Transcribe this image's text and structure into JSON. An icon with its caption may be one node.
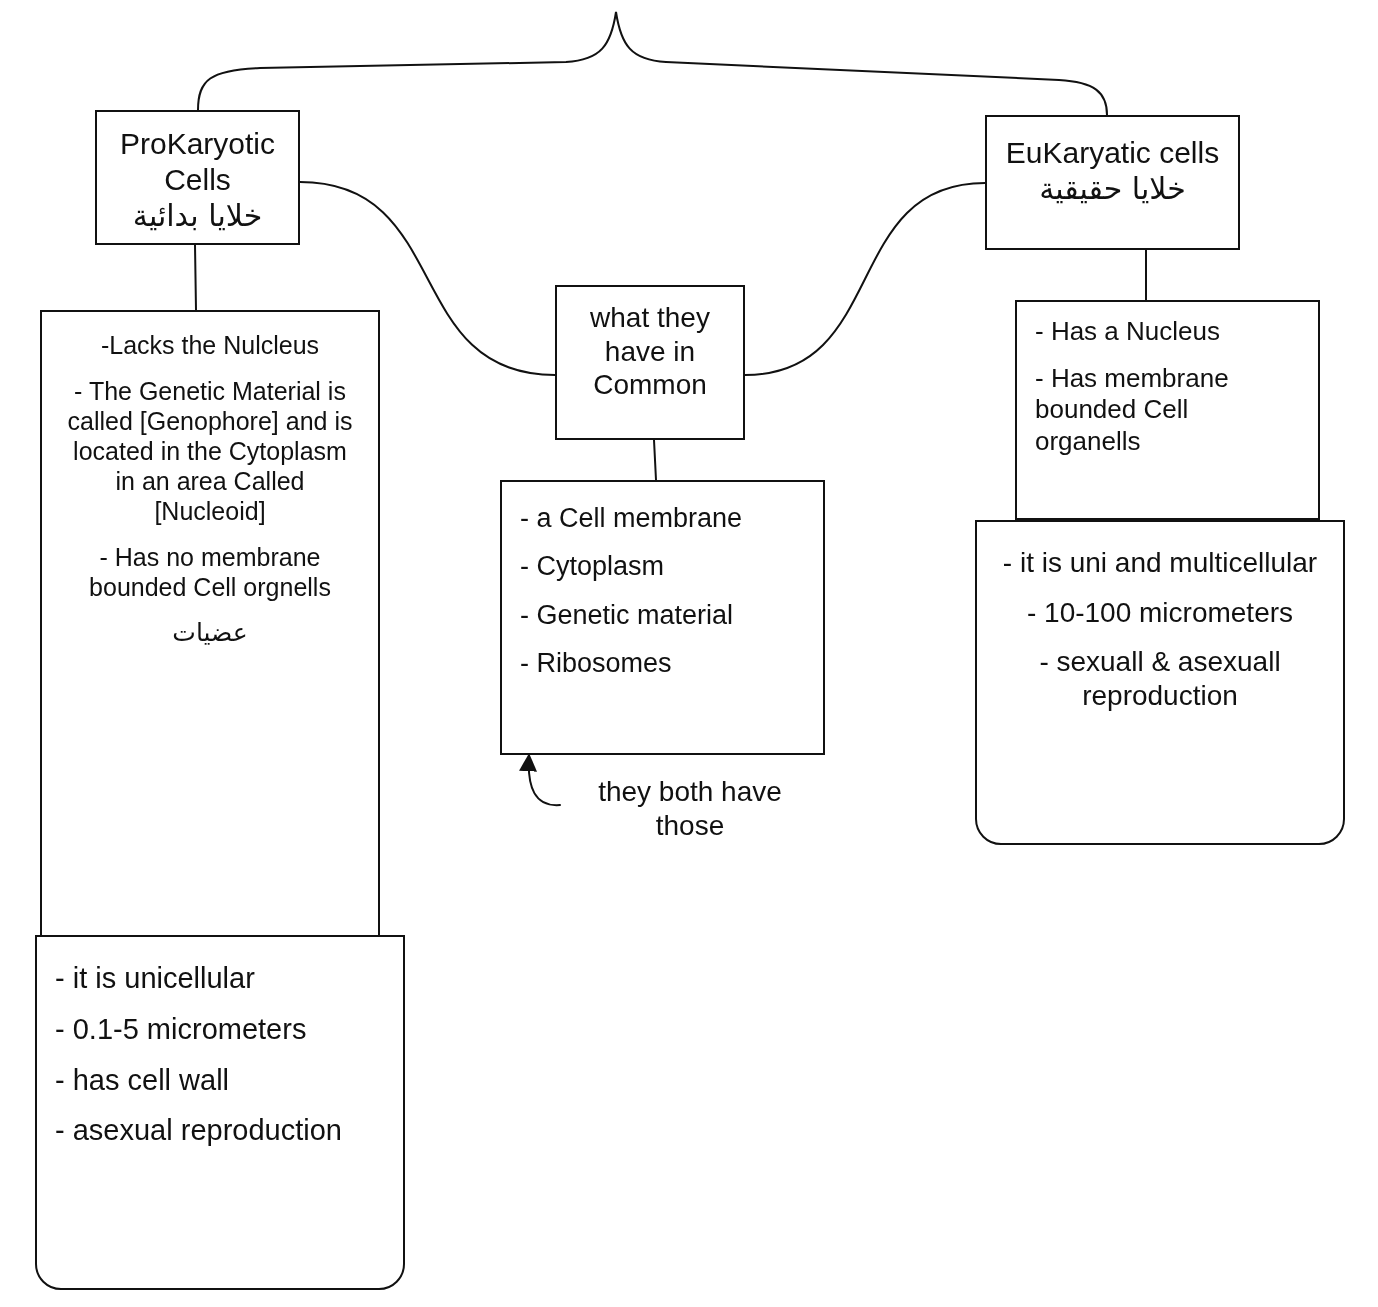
{
  "diagram": {
    "nodes": [
      {
        "text": [
          "ProKaryotic Cells",
          "خلايا بدائية"
        ]
      },
      {
        "text": [
          "EuKaryatic cells",
          "خلايا حقيقية"
        ]
      },
      {
        "text": [
          "what they have in Common"
        ]
      },
      {
        "text": [
          "-Lacks the Nulcleus",
          "- The Genetic Material is called [Genophore] and is located in the Cytoplasm in an area Called [Nucleoid]",
          "- Has no membrane bounded Cell orgnells",
          "عضيات"
        ]
      },
      {
        "text": [
          "- a Cell membrane",
          "- Cytoplasm",
          "- Genetic material",
          "- Ribosomes"
        ]
      },
      {
        "text": [
          "- Has a Nucleus",
          "- Has membrane bounded Cell organells"
        ]
      },
      {
        "text": [
          "- it is unicellular",
          "- 0.1-5 micrometers",
          "- has cell wall",
          "- asexual reproduction"
        ]
      },
      {
        "text": [
          "- it is uni and multicellular",
          "- 10-100 micrometers",
          "- sexuall & asexuall reproduction"
        ]
      },
      {
        "text": [
          "they both have those"
        ]
      }
    ],
    "edges": [
      {
        "from": 0,
        "to": 3,
        "arrow": "none"
      },
      {
        "from": 1,
        "to": 5,
        "arrow": "none"
      },
      {
        "from": 0,
        "to": 2,
        "arrow": "none"
      },
      {
        "from": 1,
        "to": 2,
        "arrow": "none"
      },
      {
        "from": 2,
        "to": 4,
        "arrow": "none"
      },
      {
        "from": 8,
        "to": 4,
        "arrow": "to"
      },
      {
        "from": 0,
        "to": 1,
        "arrow": "none"
      }
    ]
  }
}
